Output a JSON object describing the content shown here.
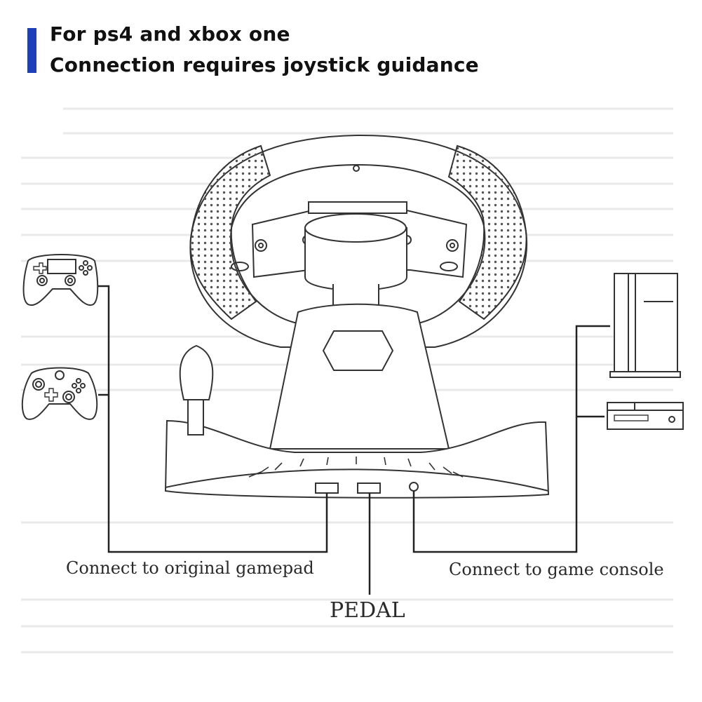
{
  "header": {
    "line1": "For ps4 and xbox one",
    "line2": "Connection requires joystick guidance",
    "accent_color": "#1f3fb8"
  },
  "labels": {
    "gamepad": "Connect to original gamepad",
    "pedal": "PEDAL",
    "console": "Connect to game console"
  },
  "icons": {
    "left_top": "ps4-controller-icon",
    "left_bottom": "xbox-controller-icon",
    "right_top": "ps4-console-icon",
    "right_bottom": "xbox-one-console-icon"
  }
}
